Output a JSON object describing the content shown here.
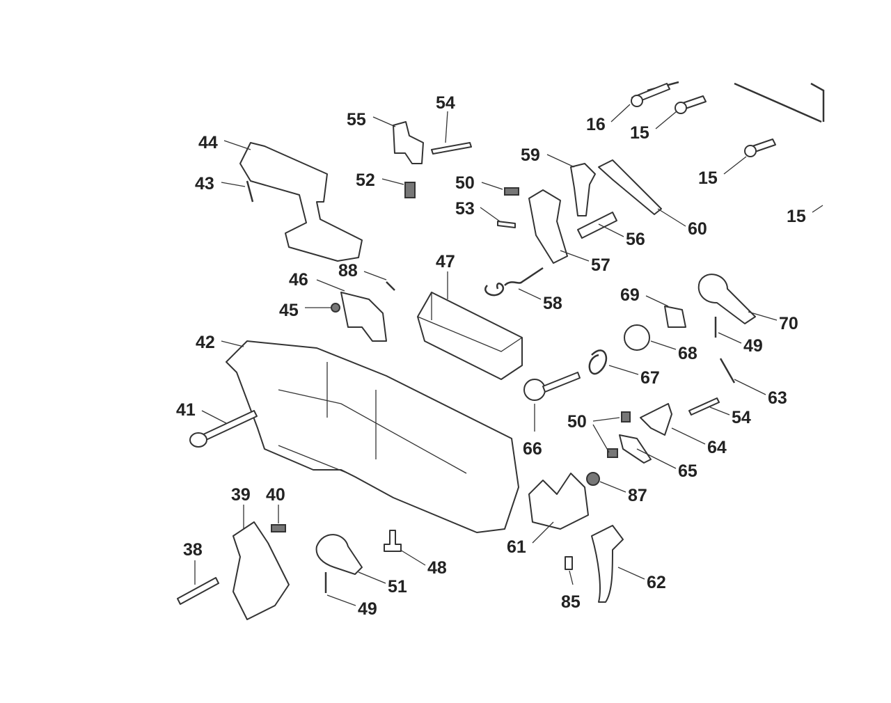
{
  "diagram": {
    "type": "exploded parts diagram",
    "labels": [
      "16",
      "15",
      "15",
      "15",
      "54",
      "55",
      "44",
      "43",
      "52",
      "50",
      "53",
      "59",
      "60",
      "56",
      "57",
      "47",
      "88",
      "46",
      "58",
      "45",
      "69",
      "70",
      "42",
      "68",
      "49",
      "67",
      "63",
      "41",
      "50",
      "54",
      "66",
      "64",
      "65",
      "87",
      "39",
      "40",
      "38",
      "61",
      "48",
      "51",
      "62",
      "49",
      "85"
    ]
  }
}
